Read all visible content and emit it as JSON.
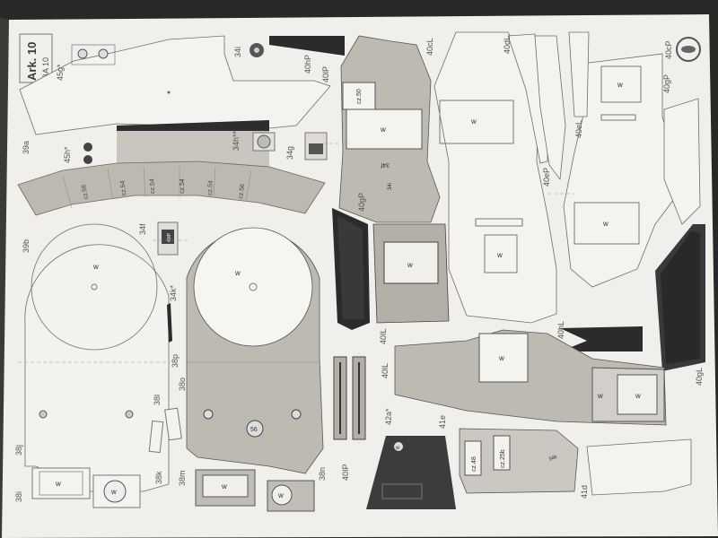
{
  "sheet": {
    "title": "Ark. 10",
    "subtitle": "BA 10",
    "logo_name": "publisher-logo",
    "colors": {
      "paper": "#f2f1ee",
      "part_gray": "#b9b6ae",
      "part_light": "#d7d5d0",
      "part_dark": "#2c2a2c",
      "line": "#6f6d69",
      "label": "#56544f",
      "background": "#2a2826"
    }
  },
  "labels": [
    {
      "id": "45g",
      "text": "45g*"
    },
    {
      "id": "34i",
      "text": "34i"
    },
    {
      "id": "40hP",
      "text": "40hP"
    },
    {
      "id": "40IP-top",
      "text": "40lP"
    },
    {
      "id": "40cL",
      "text": "40cL"
    },
    {
      "id": "40dL",
      "text": "40dL"
    },
    {
      "id": "40cP",
      "text": "40cP"
    },
    {
      "id": "40gP",
      "text": "40gP"
    },
    {
      "id": "39a",
      "text": "39a"
    },
    {
      "id": "45h",
      "text": "45h*"
    },
    {
      "id": "34h",
      "text": "34h**"
    },
    {
      "id": "34g",
      "text": "34g"
    },
    {
      "id": "40eL",
      "text": "40eL"
    },
    {
      "id": "40eP",
      "text": "40eP"
    },
    {
      "id": "39b",
      "text": "39b"
    },
    {
      "id": "34f",
      "text": "34f"
    },
    {
      "id": "40gP-mid",
      "text": "40gP"
    },
    {
      "id": "34k",
      "text": "34k*"
    },
    {
      "id": "40hL",
      "text": "40hL"
    },
    {
      "id": "40IL",
      "text": "40IL"
    },
    {
      "id": "38p",
      "text": "38p"
    },
    {
      "id": "38o",
      "text": "38o"
    },
    {
      "id": "38l",
      "text": "38l"
    },
    {
      "id": "40lL",
      "text": "40lL"
    },
    {
      "id": "40gL",
      "text": "40gL"
    },
    {
      "id": "42a",
      "text": "42a*"
    },
    {
      "id": "41e",
      "text": "41e"
    },
    {
      "id": "38j",
      "text": "38j"
    },
    {
      "id": "38k",
      "text": "38k"
    },
    {
      "id": "38m",
      "text": "38m"
    },
    {
      "id": "38n",
      "text": "38n"
    },
    {
      "id": "40IP-bottom",
      "text": "40IP"
    },
    {
      "id": "41d",
      "text": "41d"
    },
    {
      "id": "38i",
      "text": "38i"
    }
  ],
  "part_marks": {
    "w": "w",
    "cz56": "cz.56",
    "cz54": "cz.54",
    "cz50": "cz.50",
    "cz48": "cz.48",
    "cz25b": "cz.25b",
    "n34f": "34f",
    "n34i": "34i",
    "n34e": "34e",
    "n34k": "34k",
    "n40IP": "40lP",
    "n56": "56"
  }
}
